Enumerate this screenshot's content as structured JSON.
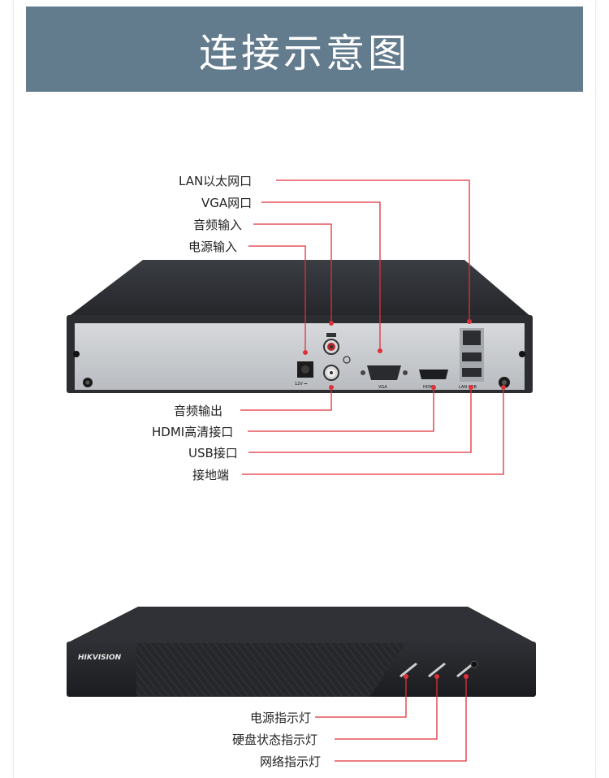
{
  "header": {
    "title": "连接示意图"
  },
  "back_panel": {
    "labels": {
      "lan": "LAN以太网口",
      "vga": "VGA网口",
      "audio_in": "音频输入",
      "power_in": "电源输入",
      "audio_out": "音频输出",
      "hdmi": "HDMI高清接口",
      "usb": "USB接口",
      "ground": "接地端"
    },
    "port_marks": {
      "dc": "12V ⎓",
      "vga": "VGA",
      "hdmi": "HDMI",
      "lan_usb": "LAN  USB"
    }
  },
  "front_panel": {
    "brand": "HIKVISION",
    "labels": {
      "power_led": "电源指示灯",
      "hdd_led": "硬盘状态指示灯",
      "net_led": "网络指示灯"
    }
  },
  "colors": {
    "banner": "#627b8d",
    "callout_line": "#e0313a",
    "chassis": "#2b2d31",
    "panel": "#c9ccd0"
  }
}
